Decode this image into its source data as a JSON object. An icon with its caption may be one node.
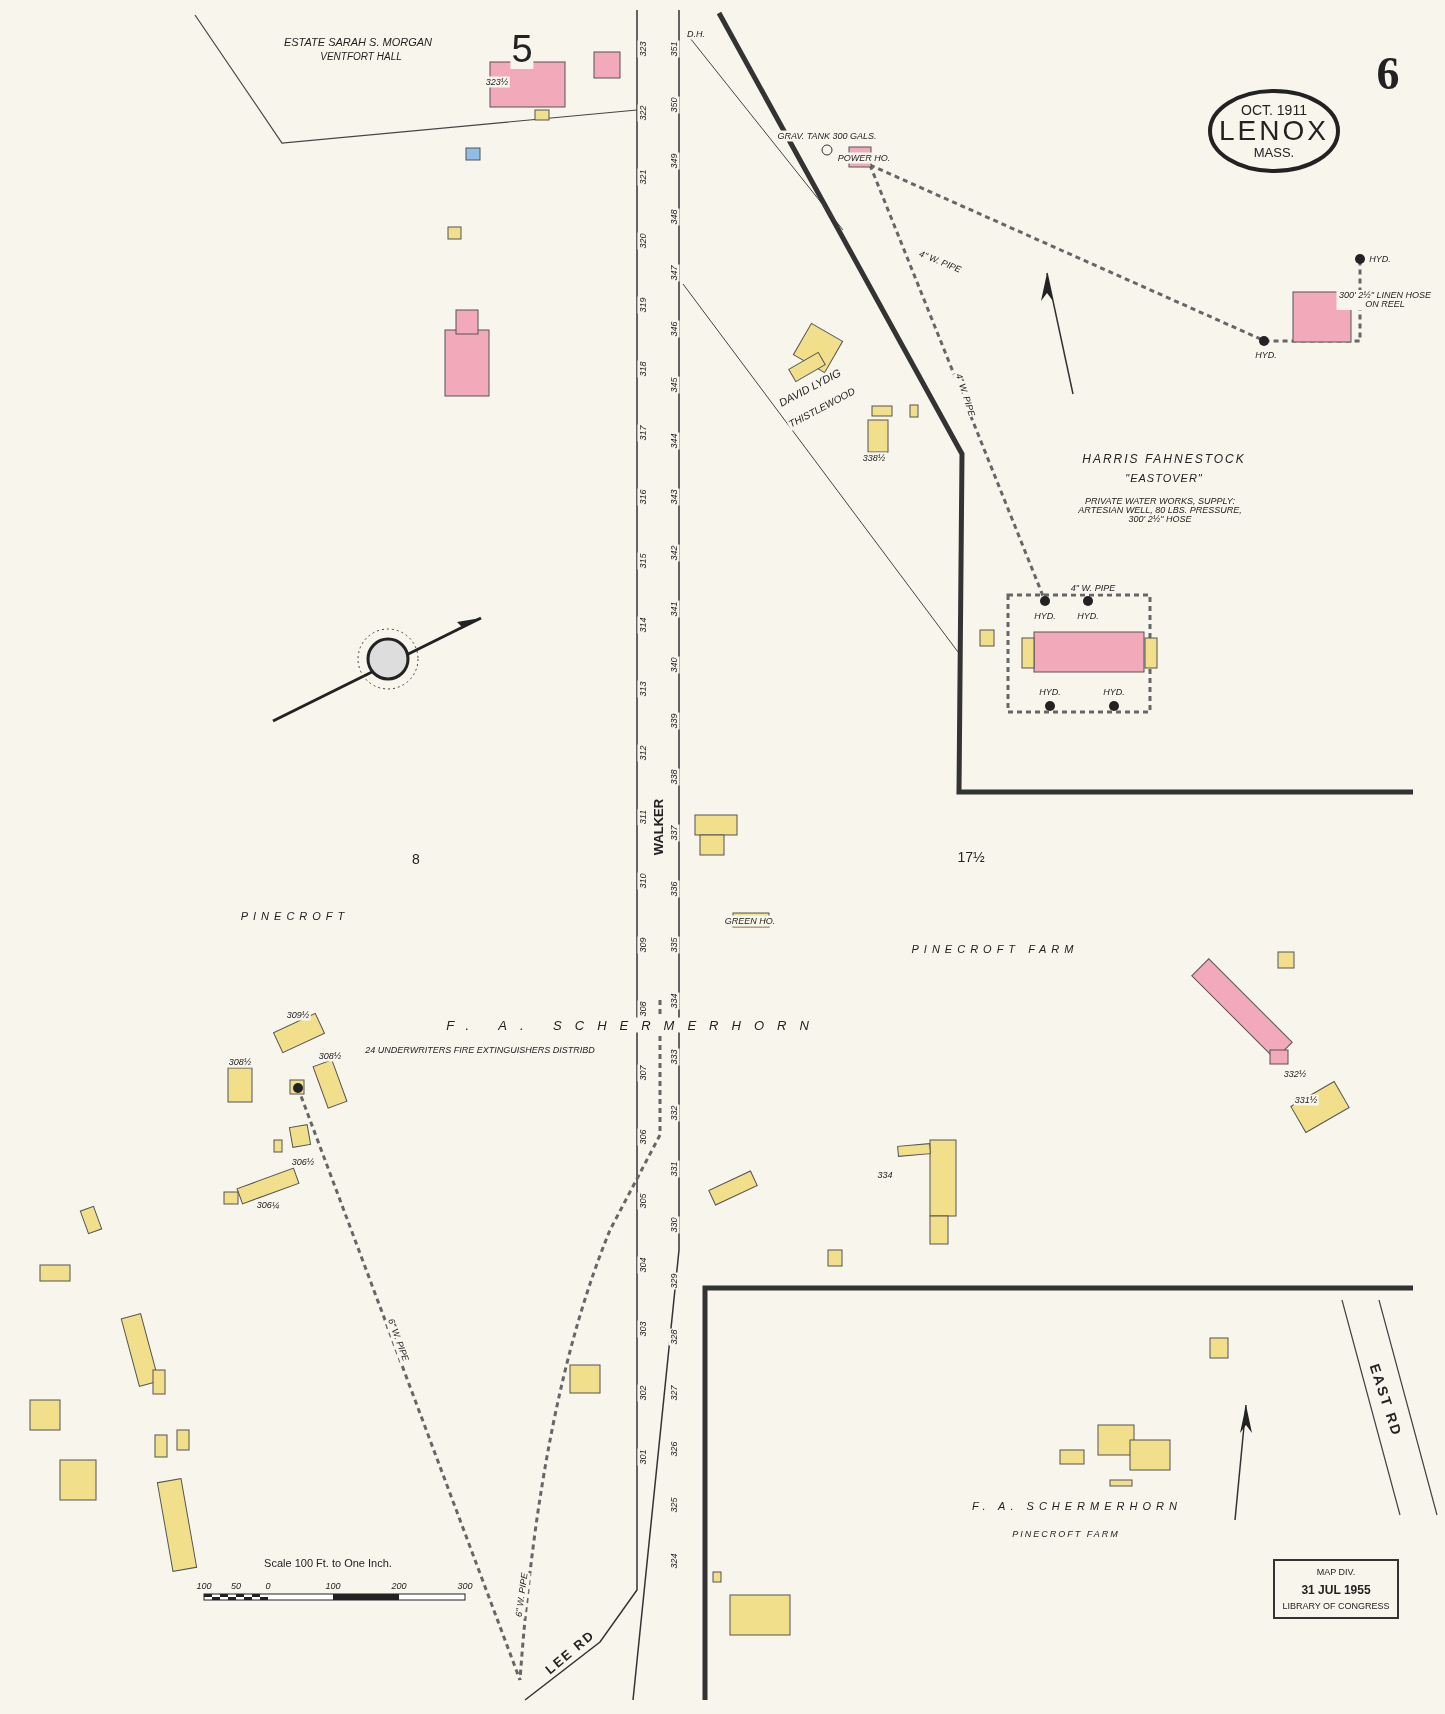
{
  "diagram": {
    "labels": [
      "ESTATE SARAH S. MORGAN",
      "VENTFORT HALL",
      "5",
      "D.H.",
      "323½",
      "6",
      "OCT. 1911",
      "LENOX",
      "MASS.",
      "GRAV. TANK 300 GALS.",
      "POWER HO.",
      "4\" W. PIPE",
      "HYD.",
      "300' 2½\" LINEN HOSE ON REEL",
      "HYD.",
      "DAVID LYDIG",
      "THISTLEWOOD",
      "4\" W. PIPE",
      "338½",
      "HARRIS FAHNESTOCK",
      "\"EASTOVER\"",
      "PRIVATE WATER WORKS, SUPPLY: ARTESIAN WELL, 80 LBS. PRESSURE, 300' 2½\" HOSE",
      "4\" W. PIPE",
      "HYD.",
      "HYD.",
      "HYD.",
      "HYD.",
      "WALKER",
      "8",
      "17½",
      "GREEN HO.",
      "PINECROFT",
      "PINECROFT FARM",
      "F. A. SCHERMERHORN",
      "24 UNDERWRITERS FIRE EXTINGUISHERS DISTRIBD",
      "309½",
      "308½",
      "308½",
      "306½",
      "306¼",
      "334",
      "332½",
      "331½",
      "6\" W. PIPE",
      "EAST RD",
      "F. A. SCHERMERHORN",
      "PINECROFT FARM",
      "Scale 100 Ft. to One Inch.",
      "100",
      "50",
      "0",
      "100",
      "200",
      "300",
      "6\" W. PIPE",
      "LEE RD",
      "MAP DIV.",
      "31 JUL 1955",
      "LIBRARY OF CONGRESS",
      "351",
      "350",
      "349",
      "348",
      "347",
      "346",
      "345",
      "344",
      "343",
      "342",
      "341",
      "340",
      "339",
      "338",
      "337",
      "336",
      "335",
      "334",
      "333",
      "332",
      "331",
      "330",
      "329",
      "328",
      "327",
      "326",
      "325",
      "324",
      "323",
      "322",
      "321",
      "320",
      "319",
      "318",
      "317",
      "316",
      "315",
      "314",
      "313",
      "312",
      "311",
      "310",
      "309",
      "308",
      "307",
      "306",
      "305",
      "304",
      "303",
      "302",
      "301"
    ]
  }
}
